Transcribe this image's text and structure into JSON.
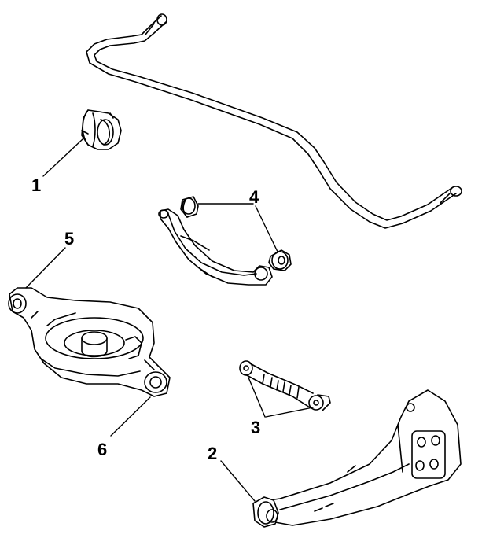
{
  "callouts": {
    "c1": "1",
    "c2": "2",
    "c3": "3",
    "c4": "4",
    "c5": "5",
    "c6": "6"
  },
  "colors": {
    "line": "#000000",
    "background": "#ffffff",
    "shade": "#d9d9d9"
  }
}
